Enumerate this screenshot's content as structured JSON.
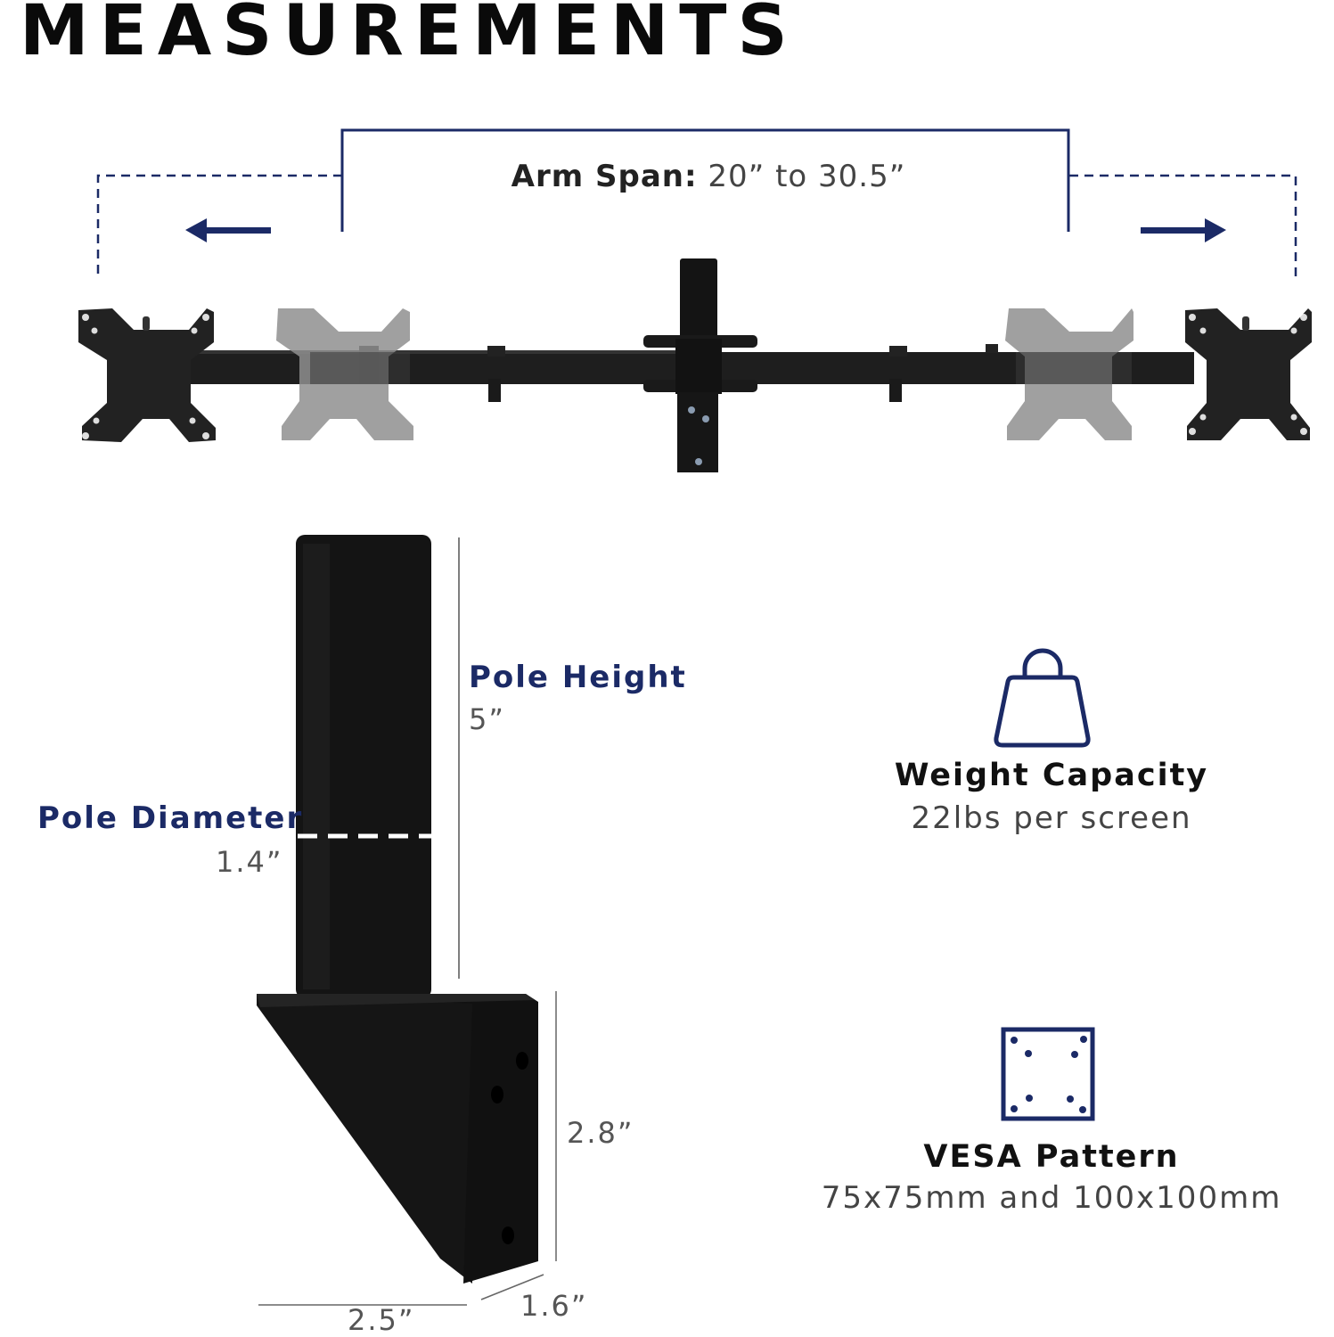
{
  "page": {
    "title": "MEASUREMENTS"
  },
  "arm_span": {
    "label": "Arm Span:",
    "value": "20” to 30.5”"
  },
  "pole_height": {
    "label": "Pole Height",
    "value": "5”"
  },
  "pole_diameter": {
    "label": "Pole Diameter",
    "value": "1.4”"
  },
  "base": {
    "height_value": "2.8”",
    "width_value": "2.5”",
    "depth_value": "1.6”"
  },
  "weight_capacity": {
    "icon": "weight-icon",
    "title": "Weight Capacity",
    "value": "22lbs per screen"
  },
  "vesa": {
    "icon": "vesa-pattern-icon",
    "title": "VESA Pattern",
    "value": "75x75mm and 100x100mm"
  },
  "colors": {
    "accent_navy": "#1b2a66",
    "product_black": "#141414",
    "ghost_grey": "#9a9a9a"
  }
}
